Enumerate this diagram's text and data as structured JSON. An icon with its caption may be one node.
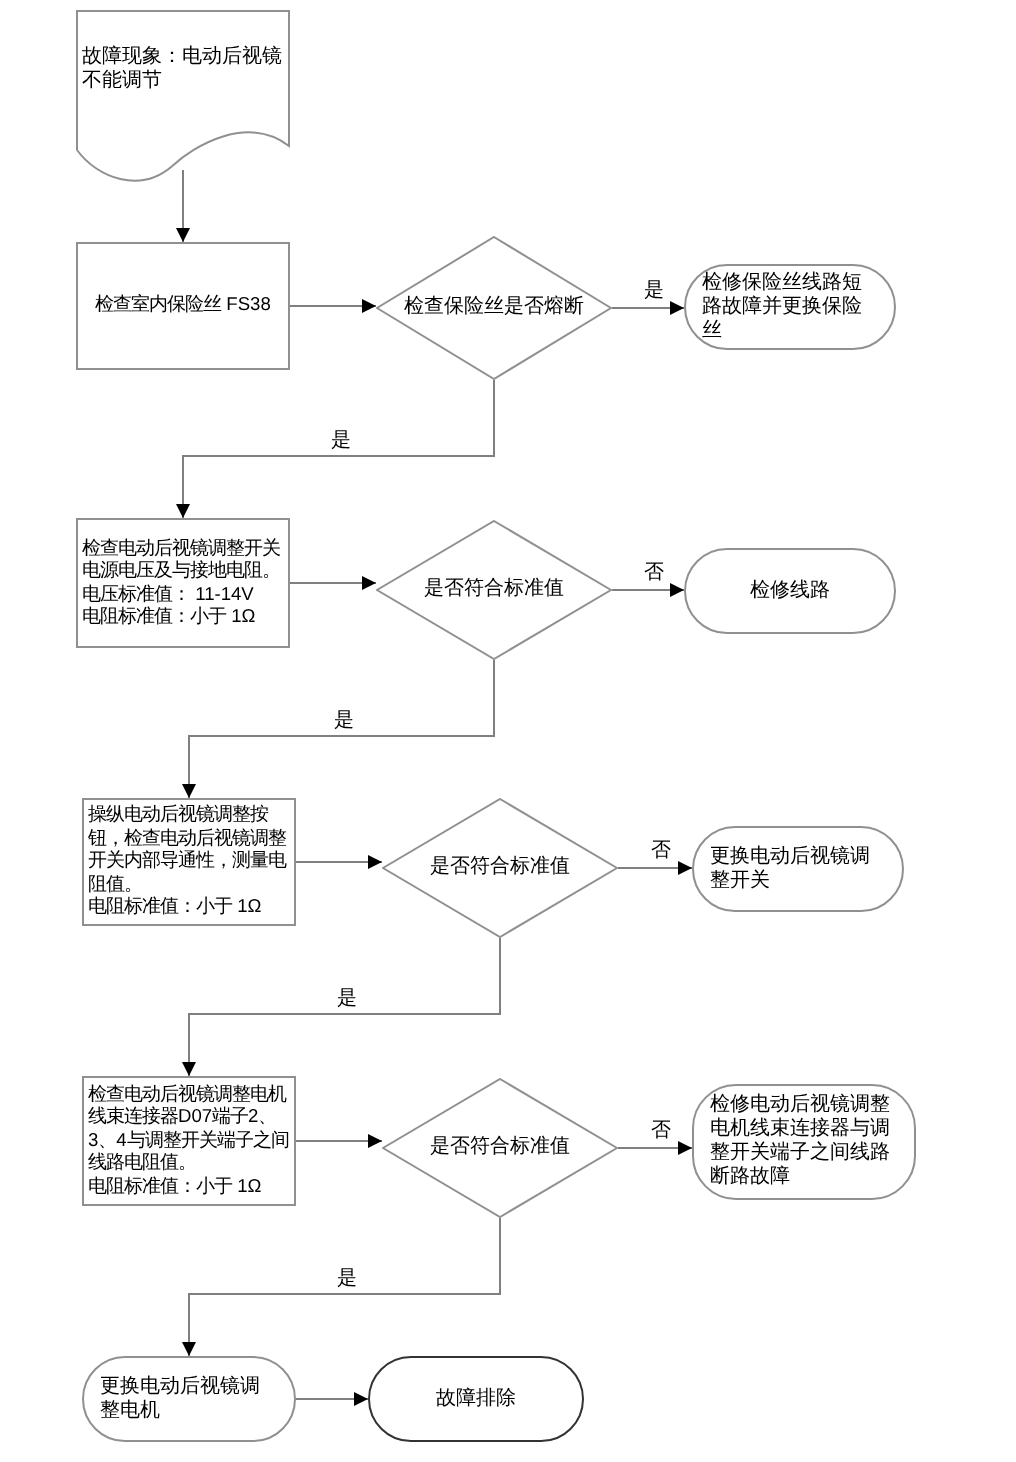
{
  "diagram": {
    "nodes": [
      {
        "text": [
          "故障现象：电动后视镜不能调节"
        ]
      },
      {
        "text": [
          "检查室内保险丝 FS38"
        ]
      },
      {
        "text": [
          "检查保险丝是否熔断"
        ]
      },
      {
        "text": [
          "检修保险丝线路短路故障并更换保险丝"
        ]
      },
      {
        "text": [
          "检查电动后视镜调整开关电源电压及与接地电阻。",
          "电压标准值： 11-14V",
          "电阻标准值：小于 1Ω"
        ]
      },
      {
        "text": [
          "是否符合标准值"
        ]
      },
      {
        "text": [
          "检修线路"
        ]
      },
      {
        "text": [
          "操纵电动后视镜调整按钮，检查电动后视镜调整开关内部导通性，测量电阻值。",
          "电阻标准值：小于 1Ω"
        ]
      },
      {
        "text": [
          "是否符合标准值"
        ]
      },
      {
        "text": [
          "更换电动后视镜调整开关"
        ]
      },
      {
        "text": [
          "检查电动后视镜调整电机线束连接器D07端子2、3、4与调整开关端子之间线路电阻值。",
          "电阻标准值：小于 1Ω"
        ]
      },
      {
        "text": [
          "是否符合标准值"
        ]
      },
      {
        "text": [
          "检修电动后视镜调整电机线束连接器与调整开关端子之间线路断路故障"
        ]
      },
      {
        "text": [
          "更换电动后视镜调整电机"
        ]
      },
      {
        "text": [
          "故障排除"
        ]
      }
    ],
    "edges": [
      {
        "from": 0,
        "to": 1,
        "arrow": "to"
      },
      {
        "from": 1,
        "to": 2,
        "arrow": "to"
      },
      {
        "from": 2,
        "to": 3,
        "arrow": "to",
        "label": "是"
      },
      {
        "from": 2,
        "to": 4,
        "arrow": "to",
        "label": "是"
      },
      {
        "from": 4,
        "to": 5,
        "arrow": "to"
      },
      {
        "from": 5,
        "to": 6,
        "arrow": "to",
        "label": "否"
      },
      {
        "from": 5,
        "to": 7,
        "arrow": "to",
        "label": "是"
      },
      {
        "from": 7,
        "to": 8,
        "arrow": "to"
      },
      {
        "from": 8,
        "to": 9,
        "arrow": "to",
        "label": "否"
      },
      {
        "from": 8,
        "to": 10,
        "arrow": "to",
        "label": "是"
      },
      {
        "from": 10,
        "to": 11,
        "arrow": "to"
      },
      {
        "from": 11,
        "to": 12,
        "arrow": "to",
        "label": "否"
      },
      {
        "from": 11,
        "to": 13,
        "arrow": "to",
        "label": "是"
      },
      {
        "from": 13,
        "to": 14,
        "arrow": "to"
      }
    ]
  }
}
